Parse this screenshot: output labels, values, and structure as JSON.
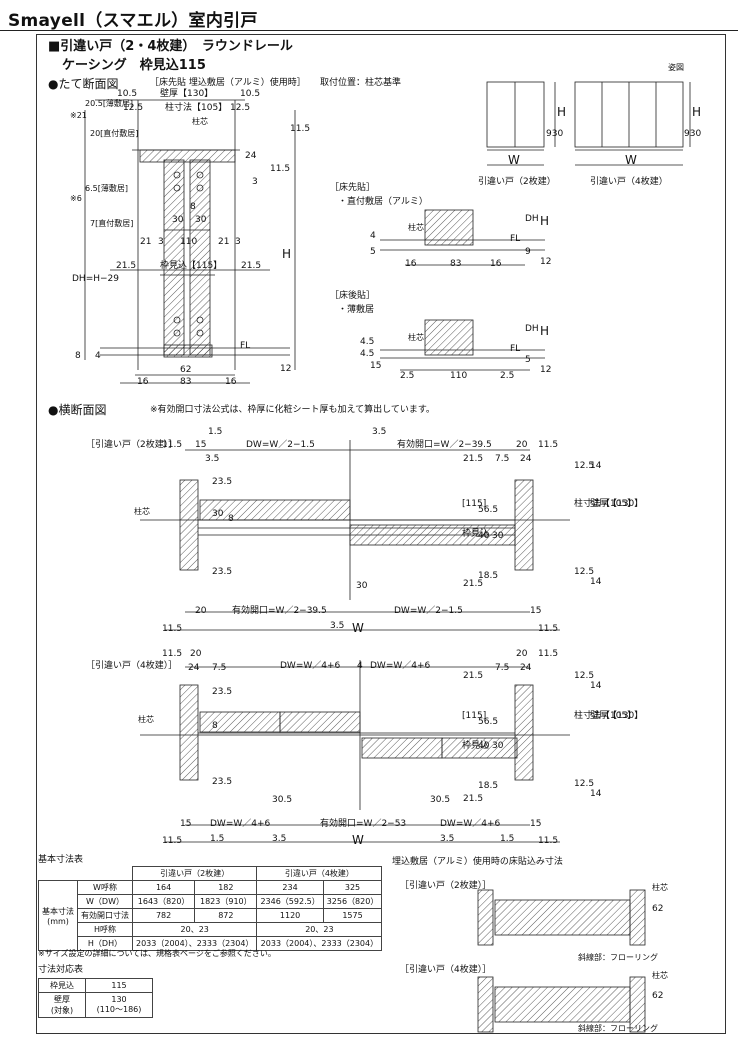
{
  "header": {
    "title": "Smayell（スマエル）室内引戸"
  },
  "spec": {
    "line1": "■引違い戸（2・4枚建）　ラウンドレール",
    "line2": "ケーシング　枠見込115",
    "tate": "●たて断面図",
    "tate_note": "［床先貼 埋込敷居（アルミ）使用時］",
    "toritsuke": "取付位置：柱芯基準",
    "yoko": "●横断面図",
    "yoko_note": "※有効開口寸法公式は、枠厚に化粧シート厚も加えて算出しています。"
  },
  "vsec": {
    "d10_5a": "10.5",
    "d10_5b": "10.5",
    "kabe": "壁厚【130】",
    "d12_5a": "12.5",
    "d12_5b": "12.5",
    "hashira": "柱寸法【105】",
    "chushin": "柱芯",
    "d11_5a": "11.5",
    "d24": "24",
    "d3": "3",
    "d11_5b": "11.5",
    "note21": "※21",
    "note20_5": "20.5[薄敷居]",
    "note20": "20[直付敷居]",
    "note6": "※6",
    "note6_5": "6.5[薄敷居]",
    "note7": "7[直付敷居]",
    "d8": "8",
    "d30a": "30",
    "d30b": "30",
    "d21a": "21",
    "d3a": "3",
    "d110": "110",
    "d21b": "21",
    "d3b": "3",
    "d21_5a": "21.5",
    "wakumikomi": "枠見込【115】",
    "d21_5b": "21.5",
    "dh": "DH=H−29",
    "h": "H",
    "d8b": "8",
    "d4": "4",
    "fl": "FL",
    "d62": "62",
    "d16a": "16",
    "d83": "83",
    "d16b": "16",
    "d12": "12"
  },
  "floor": {
    "saki": "［床先貼］",
    "saki_sub": "・直付敷居（アルミ）",
    "chushin1": "柱芯",
    "d4": "4",
    "d5": "5",
    "fl1": "FL",
    "dh1": "DH",
    "h1": "H",
    "d9": "9",
    "d12a": "12",
    "d16a": "16",
    "d83": "83",
    "d16b": "16",
    "ato": "［床後貼］",
    "ato_sub": "・薄敷居",
    "chushin2": "柱芯",
    "d4_5a": "4.5",
    "d4_5b": "4.5",
    "d15": "15",
    "fl2": "FL",
    "dh2": "DH",
    "h2": "H",
    "d12b": "12",
    "d2_5a": "2.5",
    "d110": "110",
    "d2_5b": "2.5"
  },
  "elev": {
    "sugata": "姿図",
    "w1": "W",
    "w2": "W",
    "h1": "H",
    "h2": "H",
    "d930a": "930",
    "d930b": "930",
    "cap1": "引違い戸（2枚建）",
    "cap2": "引違い戸（4枚建）"
  },
  "h2sec": {
    "label": "［引違い戸（2枚建）］",
    "d11_5a": "11.5",
    "d15": "15",
    "d1_5": "1.5",
    "dwa": "DW=W／2−1.5",
    "d3_5": "3.5",
    "yuko_a": "有効開口=W／2−39.5",
    "d20a": "20",
    "d11_5b": "11.5",
    "d3_5b": "3.5",
    "d21_5": "21.5",
    "d7_5": "7.5",
    "d24": "24",
    "d23_5a": "23.5",
    "d30": "30",
    "d8": "8",
    "d23_5b": "23.5",
    "chushin": "柱芯",
    "d115": "[115]",
    "wm": "枠見込",
    "d56_5": "56.5",
    "d40": "40",
    "d30b": "30",
    "d18_5": "18.5",
    "d21_5b": "21.5",
    "d12_5a": "12.5",
    "d14a": "14",
    "d12_5b": "12.5",
    "d14b": "14",
    "hs": "柱寸法【105】",
    "kabe": "壁厚【130】",
    "d30c": "30",
    "d20b": "20",
    "yuko_b": "有効開口=W／2−39.5",
    "dwb": "DW=W／2−1.5",
    "d15b": "15",
    "d11_5c": "11.5",
    "d3_5c": "3.5",
    "w": "W",
    "d11_5d": "11.5"
  },
  "h4sec": {
    "label": "［引違い戸（4枚建）］",
    "d11_5a": "11.5",
    "d20": "20",
    "d24": "24",
    "d7_5": "7.5",
    "dw1": "DW=W／4+6",
    "d4": "4",
    "dw2": "DW=W／4+6",
    "d11_5b": "11.5",
    "d20b": "20",
    "d21_5": "21.5",
    "d7_5b": "7.5",
    "d24b": "24",
    "chushin": "柱芯",
    "d23_5a": "23.5",
    "d8": "8",
    "d23_5b": "23.5",
    "d30_5a": "30.5",
    "d30_5b": "30.5",
    "d56_5": "56.5",
    "d40": "40",
    "d30": "30",
    "d18_5": "18.5",
    "d21_5b": "21.5",
    "d115": "[115]",
    "wm": "枠見込",
    "d12_5a": "12.5",
    "d14a": "14",
    "d12_5b": "12.5",
    "d14b": "14",
    "hs": "柱寸法【105】",
    "kabe": "壁厚【130】",
    "d15": "15",
    "dw3": "DW=W／4+6",
    "yuko": "有効開口=W／2−53",
    "dw4": "DW=W／4+6",
    "d15b": "15",
    "d11_5c": "11.5",
    "d1_5a": "1.5",
    "d3_5a": "3.5",
    "w": "W",
    "d3_5b": "3.5",
    "d1_5b": "1.5",
    "d11_5d": "11.5"
  },
  "table": {
    "title": "基本寸法表",
    "h_2": "引違い戸（2枚建）",
    "h_4": "引違い戸（4枚建）",
    "kihon": "基本寸法",
    "mm": "(mm)",
    "rows": [
      {
        "k": "W呼称",
        "c": [
          "164",
          "182",
          "234",
          "325"
        ]
      },
      {
        "k": "W（DW）",
        "c": [
          "1643（820）",
          "1823（910）",
          "2346（592.5）",
          "3256（820）"
        ]
      },
      {
        "k": "有効開口寸法",
        "c": [
          "782",
          "872",
          "1120",
          "1575"
        ]
      },
      {
        "k": "H呼称",
        "c": [
          "20、23",
          "20、23"
        ]
      },
      {
        "k": "H（DH）",
        "c": [
          "2033（2004）、2333（2304）",
          "2033（2004）、2333（2304）"
        ]
      }
    ],
    "note": "※サイズ設定の詳細については、規格表ページをご参照ください。"
  },
  "table2": {
    "title": "寸法対応表",
    "r1k": "枠見込",
    "r1v": "115",
    "r2k": "壁厚",
    "r2k2": "(対象)",
    "r2v": "130",
    "r2v2": "(110〜186)"
  },
  "floorplan": {
    "title": "埋込敷居（アルミ）使用時の床貼込み寸法",
    "lab2": "［引違い戸（2枚建）］",
    "lab4": "［引違い戸（4枚建）］",
    "c1": "柱芯",
    "c2": "柱芯",
    "d62a": "62",
    "d62b": "62",
    "note1": "斜線部：フローリング",
    "note2": "斜線部：フローリング"
  }
}
